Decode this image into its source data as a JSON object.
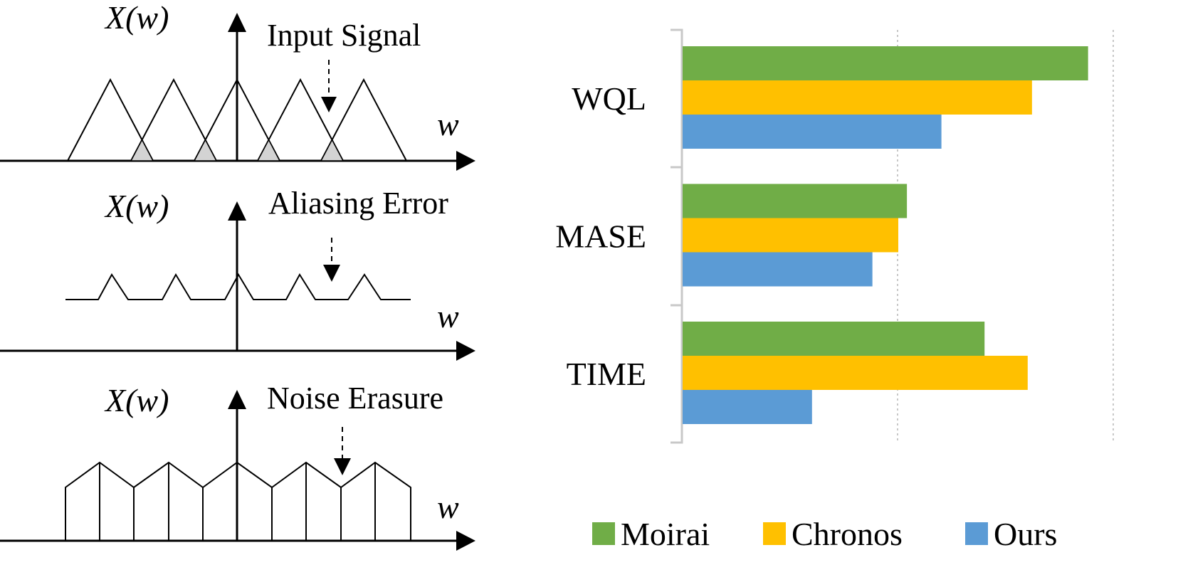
{
  "panels": [
    {
      "ylabel": "X(w)",
      "xlabel": "w",
      "annotation": "Input Signal"
    },
    {
      "ylabel": "X(w)",
      "xlabel": "w",
      "annotation": "Aliasing Error"
    },
    {
      "ylabel": "X(w)",
      "xlabel": "w",
      "annotation": "Noise Erasure"
    }
  ],
  "chart_data": {
    "type": "bar",
    "orientation": "horizontal",
    "title": "",
    "xlabel": "",
    "ylabel": "",
    "xlim": [
      0,
      1
    ],
    "grid": "vertical dotted",
    "legend_position": "bottom",
    "categories": [
      "WQL",
      "MASE",
      "TIME"
    ],
    "series": [
      {
        "name": "Moirai",
        "color": "#70ad47",
        "values": [
          0.94,
          0.52,
          0.7
        ]
      },
      {
        "name": "Chronos",
        "color": "#ffc000",
        "values": [
          0.81,
          0.5,
          0.8
        ]
      },
      {
        "name": "Ours",
        "color": "#5b9bd5",
        "values": [
          0.6,
          0.44,
          0.3
        ]
      }
    ]
  }
}
